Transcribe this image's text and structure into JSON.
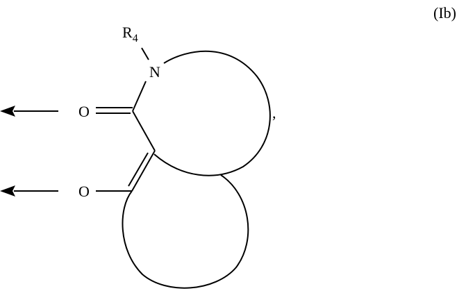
{
  "diagram": {
    "formula_label": "(Ib)",
    "atoms": {
      "r_group": "R",
      "r_group_subscript": "4",
      "nitrogen": "N",
      "oxygen_top": "O",
      "oxygen_bottom": "O"
    },
    "trailing_comma": ",",
    "arrows": [
      {
        "direction": "left",
        "target": "oxygen_top"
      },
      {
        "direction": "left",
        "target": "oxygen_bottom"
      }
    ],
    "colors": {
      "stroke": "#000000",
      "background": "#ffffff"
    }
  }
}
